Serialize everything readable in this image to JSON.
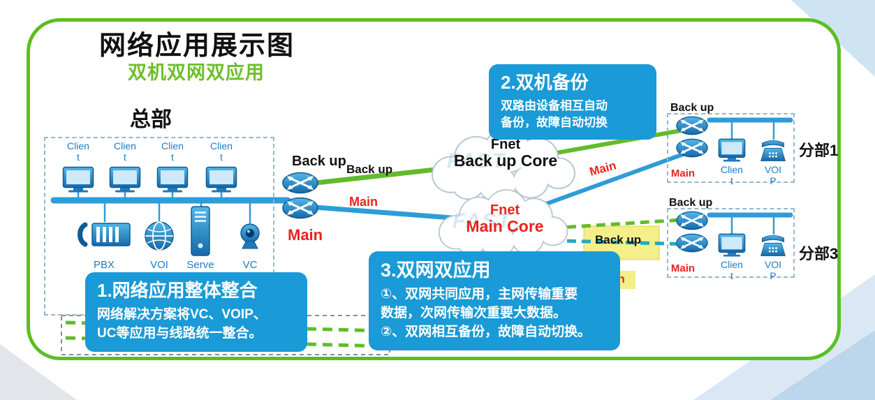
{
  "page": {
    "title": "网络应用展示图",
    "subtitle": "双机双网双应用"
  },
  "hq": {
    "label": "总部",
    "client_labels": [
      "Clien\nt",
      "Clien\nt",
      "Clien\nt",
      "Clien\nt"
    ],
    "device_labels": [
      "PBX",
      "VOI",
      "Serve",
      "VC"
    ],
    "router_backup_label": "Back up",
    "router_main_label": "Main"
  },
  "links": {
    "backup_mid_label": "Back up",
    "main_mid_label": "Main",
    "branch1_main_label": "Main",
    "branch3_backup_label": "Back up",
    "branch3_main_label": "Main"
  },
  "clouds": {
    "backup": {
      "name": "Fnet",
      "core": "Back up Core",
      "watermark": "FAST"
    },
    "main": {
      "name": "Fnet",
      "core": "Main Core",
      "watermark": "FAST"
    }
  },
  "branches": [
    {
      "title": "分部1",
      "backup_label": "Back up",
      "main_label": "Main",
      "client_label": "Clien\nt",
      "voip_label": "VOI\nP"
    },
    {
      "title": "分部3",
      "backup_label": "Back up",
      "main_label": "Main",
      "client_label": "Clien\nt",
      "voip_label": "VOI\nP"
    }
  ],
  "callouts": [
    {
      "title": "1.网络应用整体整合",
      "body": "网络解决方案将VC、VOIP、\nUC等应用与线路统一整合。"
    },
    {
      "title": "2.双机备份",
      "body": "双路由设备相互自动\n备份，故障自动切换"
    },
    {
      "title": "3.双网双应用",
      "body": "①、双网共同应用，主网传输重要\n数据，次网传输次重要大数据。\n②、双网相互备份，故障自动切换。"
    }
  ],
  "colors": {
    "frame_green": "#5bbf21",
    "callout_blue": "#1a9ad6",
    "line_blue": "#2f9cd8",
    "line_green": "#62bb2b",
    "accent_red": "#e8251d",
    "label_blue": "#1d7dc2",
    "highlight_yellow": "#f3ef8a"
  }
}
